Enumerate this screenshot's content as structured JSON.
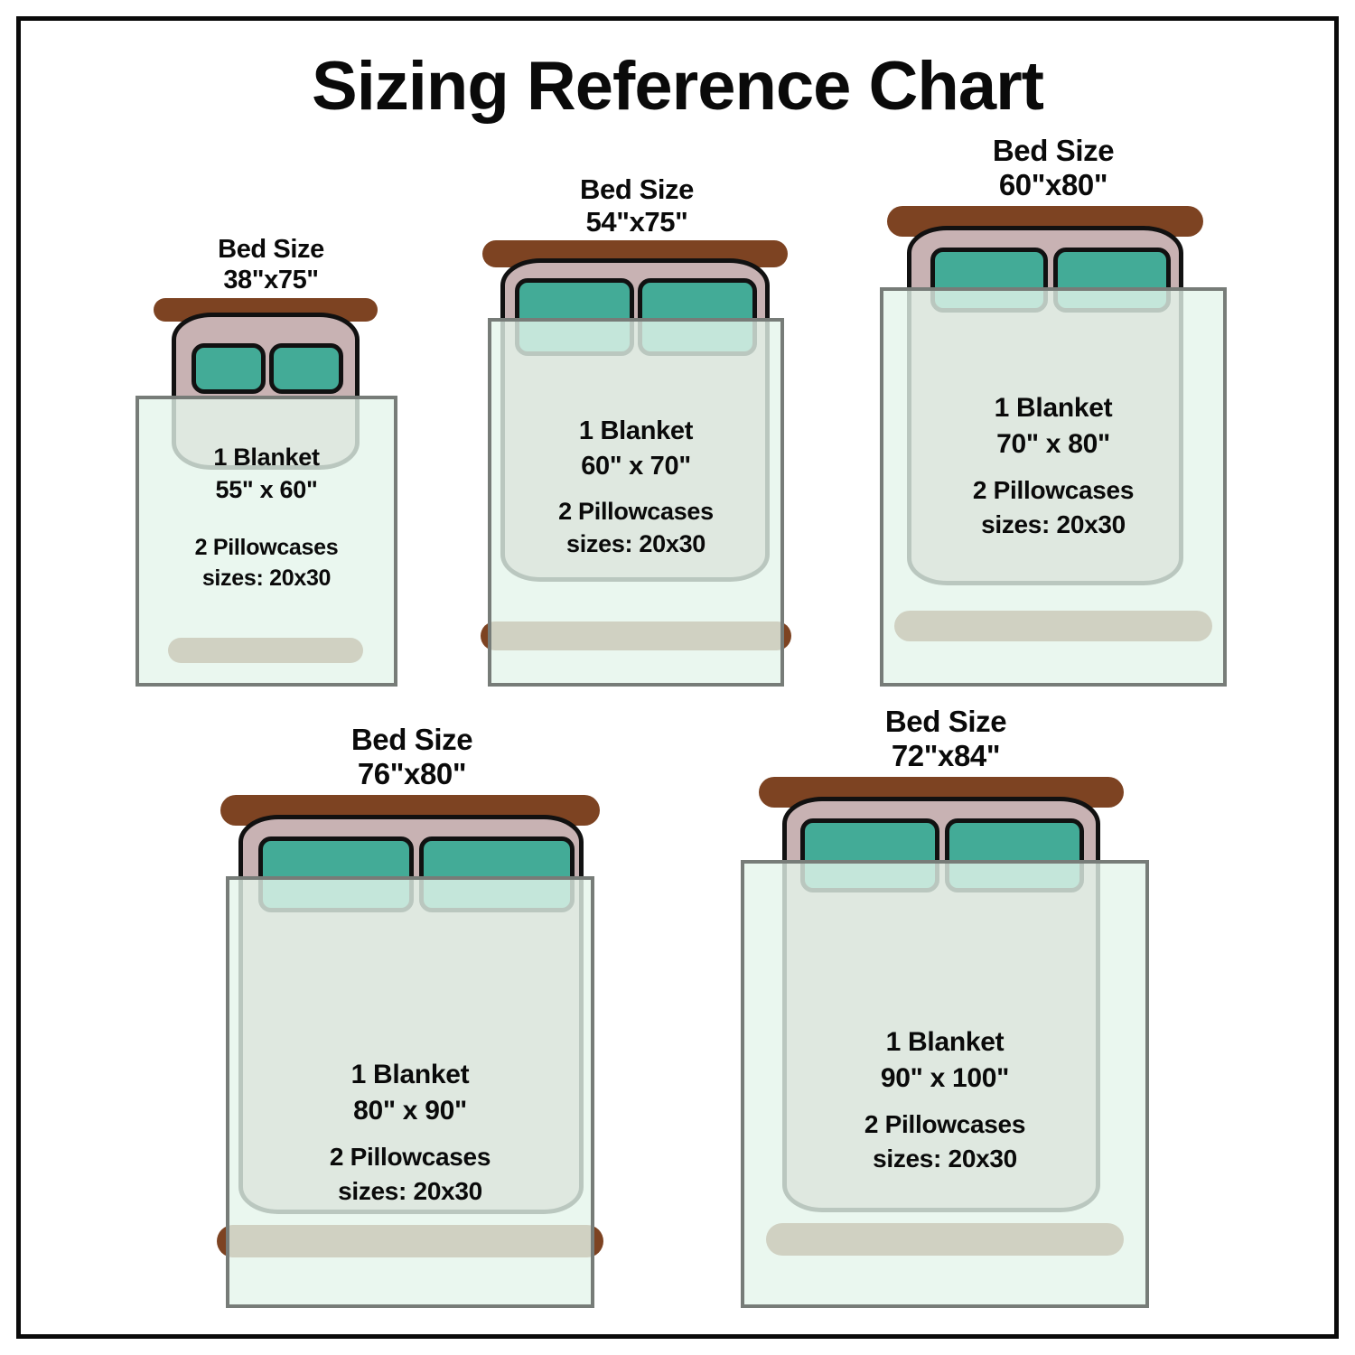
{
  "title": "Sizing Reference Chart",
  "colors": {
    "frame_border": "#0a0a0a",
    "background": "#ffffff",
    "headboard_brown": "#7d4322",
    "mattress_mauve": "#c8b2b3",
    "pillow_teal": "#43ab97",
    "blanket_mint": "#e5f5eb",
    "blanket_border_gray": "#777c78",
    "footboard_tan": "#b3a68d",
    "outline_black": "#111111",
    "text_black": "#0a0a0a"
  },
  "beds": [
    {
      "id": "twin",
      "size_label": "Bed Size\n38\"x75\"",
      "bed_size": "38\"x75\"",
      "blanket_text": "1 Blanket\n55\" x 60\"",
      "blanket_size": "55\" x 60\"",
      "pillowcase_text": "2 Pillowcases\nsizes: 20x30",
      "pillowcase_count": "2",
      "pillowcase_size": "20x30"
    },
    {
      "id": "full",
      "size_label": "Bed Size\n54\"x75\"",
      "bed_size": "54\"x75\"",
      "blanket_text": "1 Blanket\n60\" x 70\"",
      "blanket_size": "60\" x 70\"",
      "pillowcase_text": "2 Pillowcases\nsizes: 20x30",
      "pillowcase_count": "2",
      "pillowcase_size": "20x30"
    },
    {
      "id": "queen",
      "size_label": "Bed Size\n60\"x80\"",
      "bed_size": "60\"x80\"",
      "blanket_text": "1 Blanket\n70\" x 80\"",
      "blanket_size": "70\" x 80\"",
      "pillowcase_text": "2 Pillowcases\nsizes: 20x30",
      "pillowcase_count": "2",
      "pillowcase_size": "20x30"
    },
    {
      "id": "king",
      "size_label": "Bed Size\n76\"x80\"",
      "bed_size": "76\"x80\"",
      "blanket_text": "1 Blanket\n80\" x 90\"",
      "blanket_size": "80\" x 90\"",
      "pillowcase_text": "2 Pillowcases\nsizes: 20x30",
      "pillowcase_count": "2",
      "pillowcase_size": "20x30"
    },
    {
      "id": "cal-king",
      "size_label": "Bed Size\n72\"x84\"",
      "bed_size": "72\"x84\"",
      "blanket_text": "1 Blanket\n90\" x 100\"",
      "blanket_size": "90\" x 100\"",
      "pillowcase_text": "2 Pillowcases\nsizes: 20x30",
      "pillowcase_count": "2",
      "pillowcase_size": "20x30"
    }
  ]
}
